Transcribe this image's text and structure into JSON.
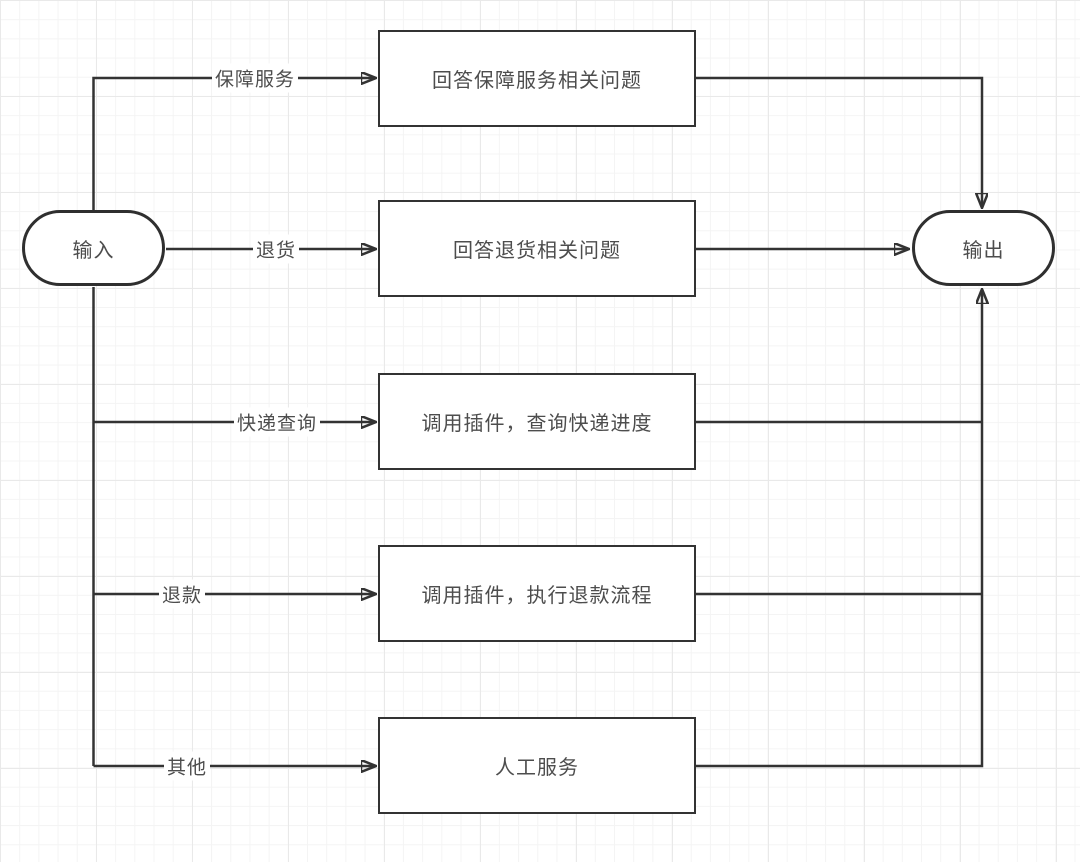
{
  "diagram": {
    "type": "flowchart",
    "nodes": {
      "input": {
        "label": "输入"
      },
      "output": {
        "label": "输出"
      }
    },
    "branches": [
      {
        "edge_label": "保障服务",
        "process": "回答保障服务相关问题"
      },
      {
        "edge_label": "退货",
        "process": "回答退货相关问题"
      },
      {
        "edge_label": "快递查询",
        "process": "调用插件，查询快递进度"
      },
      {
        "edge_label": "退款",
        "process": "调用插件，执行退款流程"
      },
      {
        "edge_label": "其他",
        "process": "人工服务"
      }
    ],
    "colors": {
      "line": "#333333",
      "text": "#4d4d4d",
      "node_fill": "#ffffff",
      "background": "#ffffff",
      "grid_minor": "#f4f4f4",
      "grid_major": "#e9e9e9"
    }
  }
}
